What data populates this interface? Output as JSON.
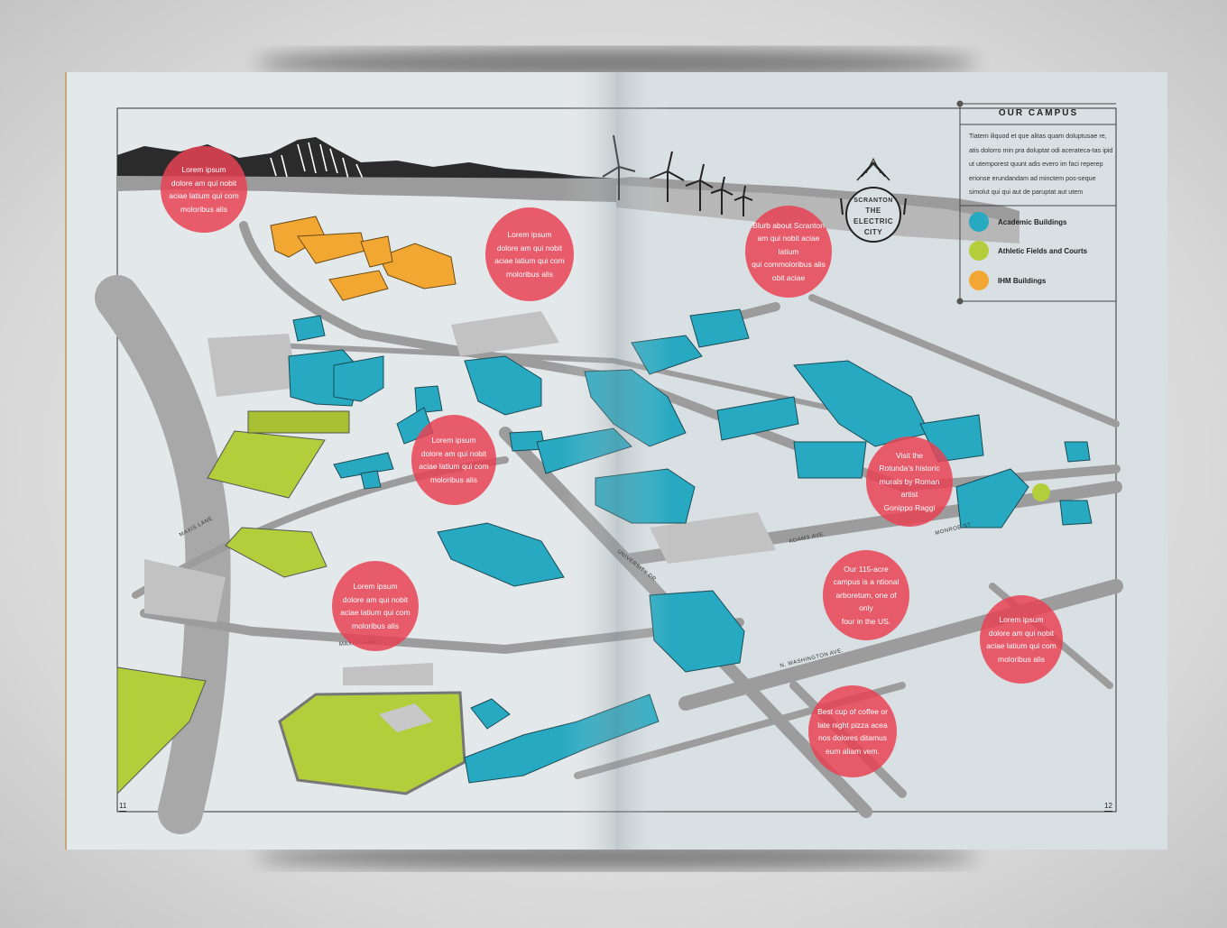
{
  "legend": {
    "title": "OUR CAMPUS",
    "body": "Tiatem iliquod et que alitas quam doluptusae re, atis dolorro min pra doluptat odi acerateca-tas ipid ut utemporest quunt adis evero im faci reperep erionse erundandam ad minctem pos-seque simolut qui qui aut de paruptat aut utem",
    "items": [
      {
        "label": "Academic Buildings",
        "color": "#27a9c1"
      },
      {
        "label": "Athletic Fields and Courts",
        "color": "#b4cd3a"
      },
      {
        "label": "IHM Buildings",
        "color": "#f2a733"
      }
    ]
  },
  "callouts": [
    {
      "text": "Lorem ipsum\ndolore am qui nobit\naciae latium qui com\nmoloribus alis"
    },
    {
      "text": "Lorem ipsum\ndolore am qui nobit\naciae latium qui com\nmoloribus alis"
    },
    {
      "text": "Blurb about Scranton\nam qui nobit aciae latium\nqui commoloribus alis\nobit aciae"
    },
    {
      "text": "Lorem ipsum\ndolore am qui nobit\naciae latium qui com\nmoloribus alis"
    },
    {
      "text": "Visit the\nRotunda's historic\nmurals by Roman artist\nGonippo Raggi"
    },
    {
      "text": "Lorem ipsum\ndolore am qui nobit\naciae latium qui com\nmoloribus alis"
    },
    {
      "text": "Our 115-acre\ncampus is a ntional\narboretum, one of only\nfour in the US."
    },
    {
      "text": "Lorem ipsum\ndolore am qui nobit\naciae latium qui com\nmoloribus alis"
    },
    {
      "text": "Best cup of coffee or\nlate night pizza acea\nnos dolores ditamus\neum aliam vem."
    }
  ],
  "logo": {
    "top": "SCRANTON",
    "middle": "THE",
    "bottom1": "ELECTRIC",
    "bottom2": "CITY"
  },
  "streets": {
    "maxis1": "MAXIS LANE",
    "maxis2": "MAXIS LANE",
    "university": "UNIVERSITY DR.",
    "adams": "ADAMS AVE.",
    "washington": "N. WASHINGTON AVE.",
    "monroe": "MONROE ST."
  },
  "pages": {
    "left": "11",
    "right": "12"
  },
  "colors": {
    "accent": "#e84254",
    "academic": "#27a9c1",
    "athletic": "#b4cd3a",
    "ihm": "#f2a733",
    "road": "#8a8a8a",
    "paper": "#dfe5e7"
  }
}
